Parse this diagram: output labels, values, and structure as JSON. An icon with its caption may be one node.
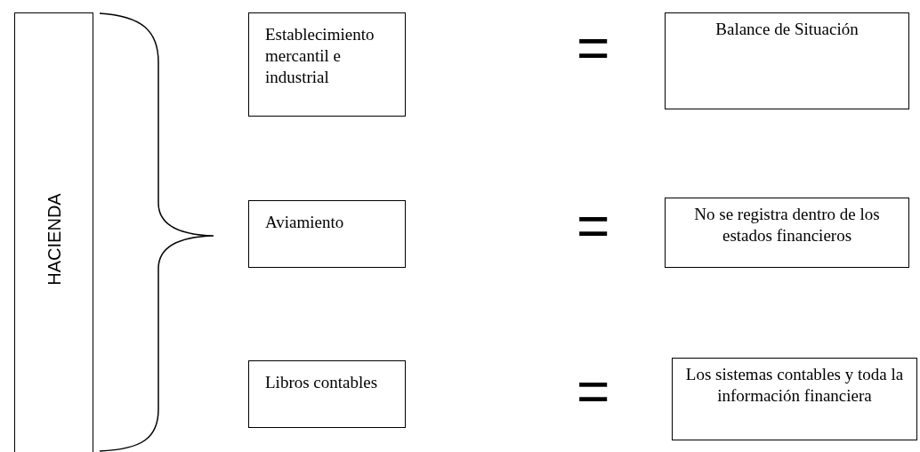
{
  "diagram": {
    "nodes": [
      {
        "text": [
          "HACIENDA"
        ]
      },
      {
        "text": [
          "Establecimiento mercantil e industrial"
        ]
      },
      {
        "text": [
          "Balance de Situación"
        ]
      },
      {
        "text": [
          "Aviamiento"
        ]
      },
      {
        "text": [
          "No se registra dentro de los estados financieros"
        ]
      },
      {
        "text": [
          "Libros contables"
        ]
      },
      {
        "text": [
          "Los sistemas contables y toda la información financiera"
        ]
      }
    ],
    "labels": [
      "=",
      "=",
      "="
    ]
  }
}
